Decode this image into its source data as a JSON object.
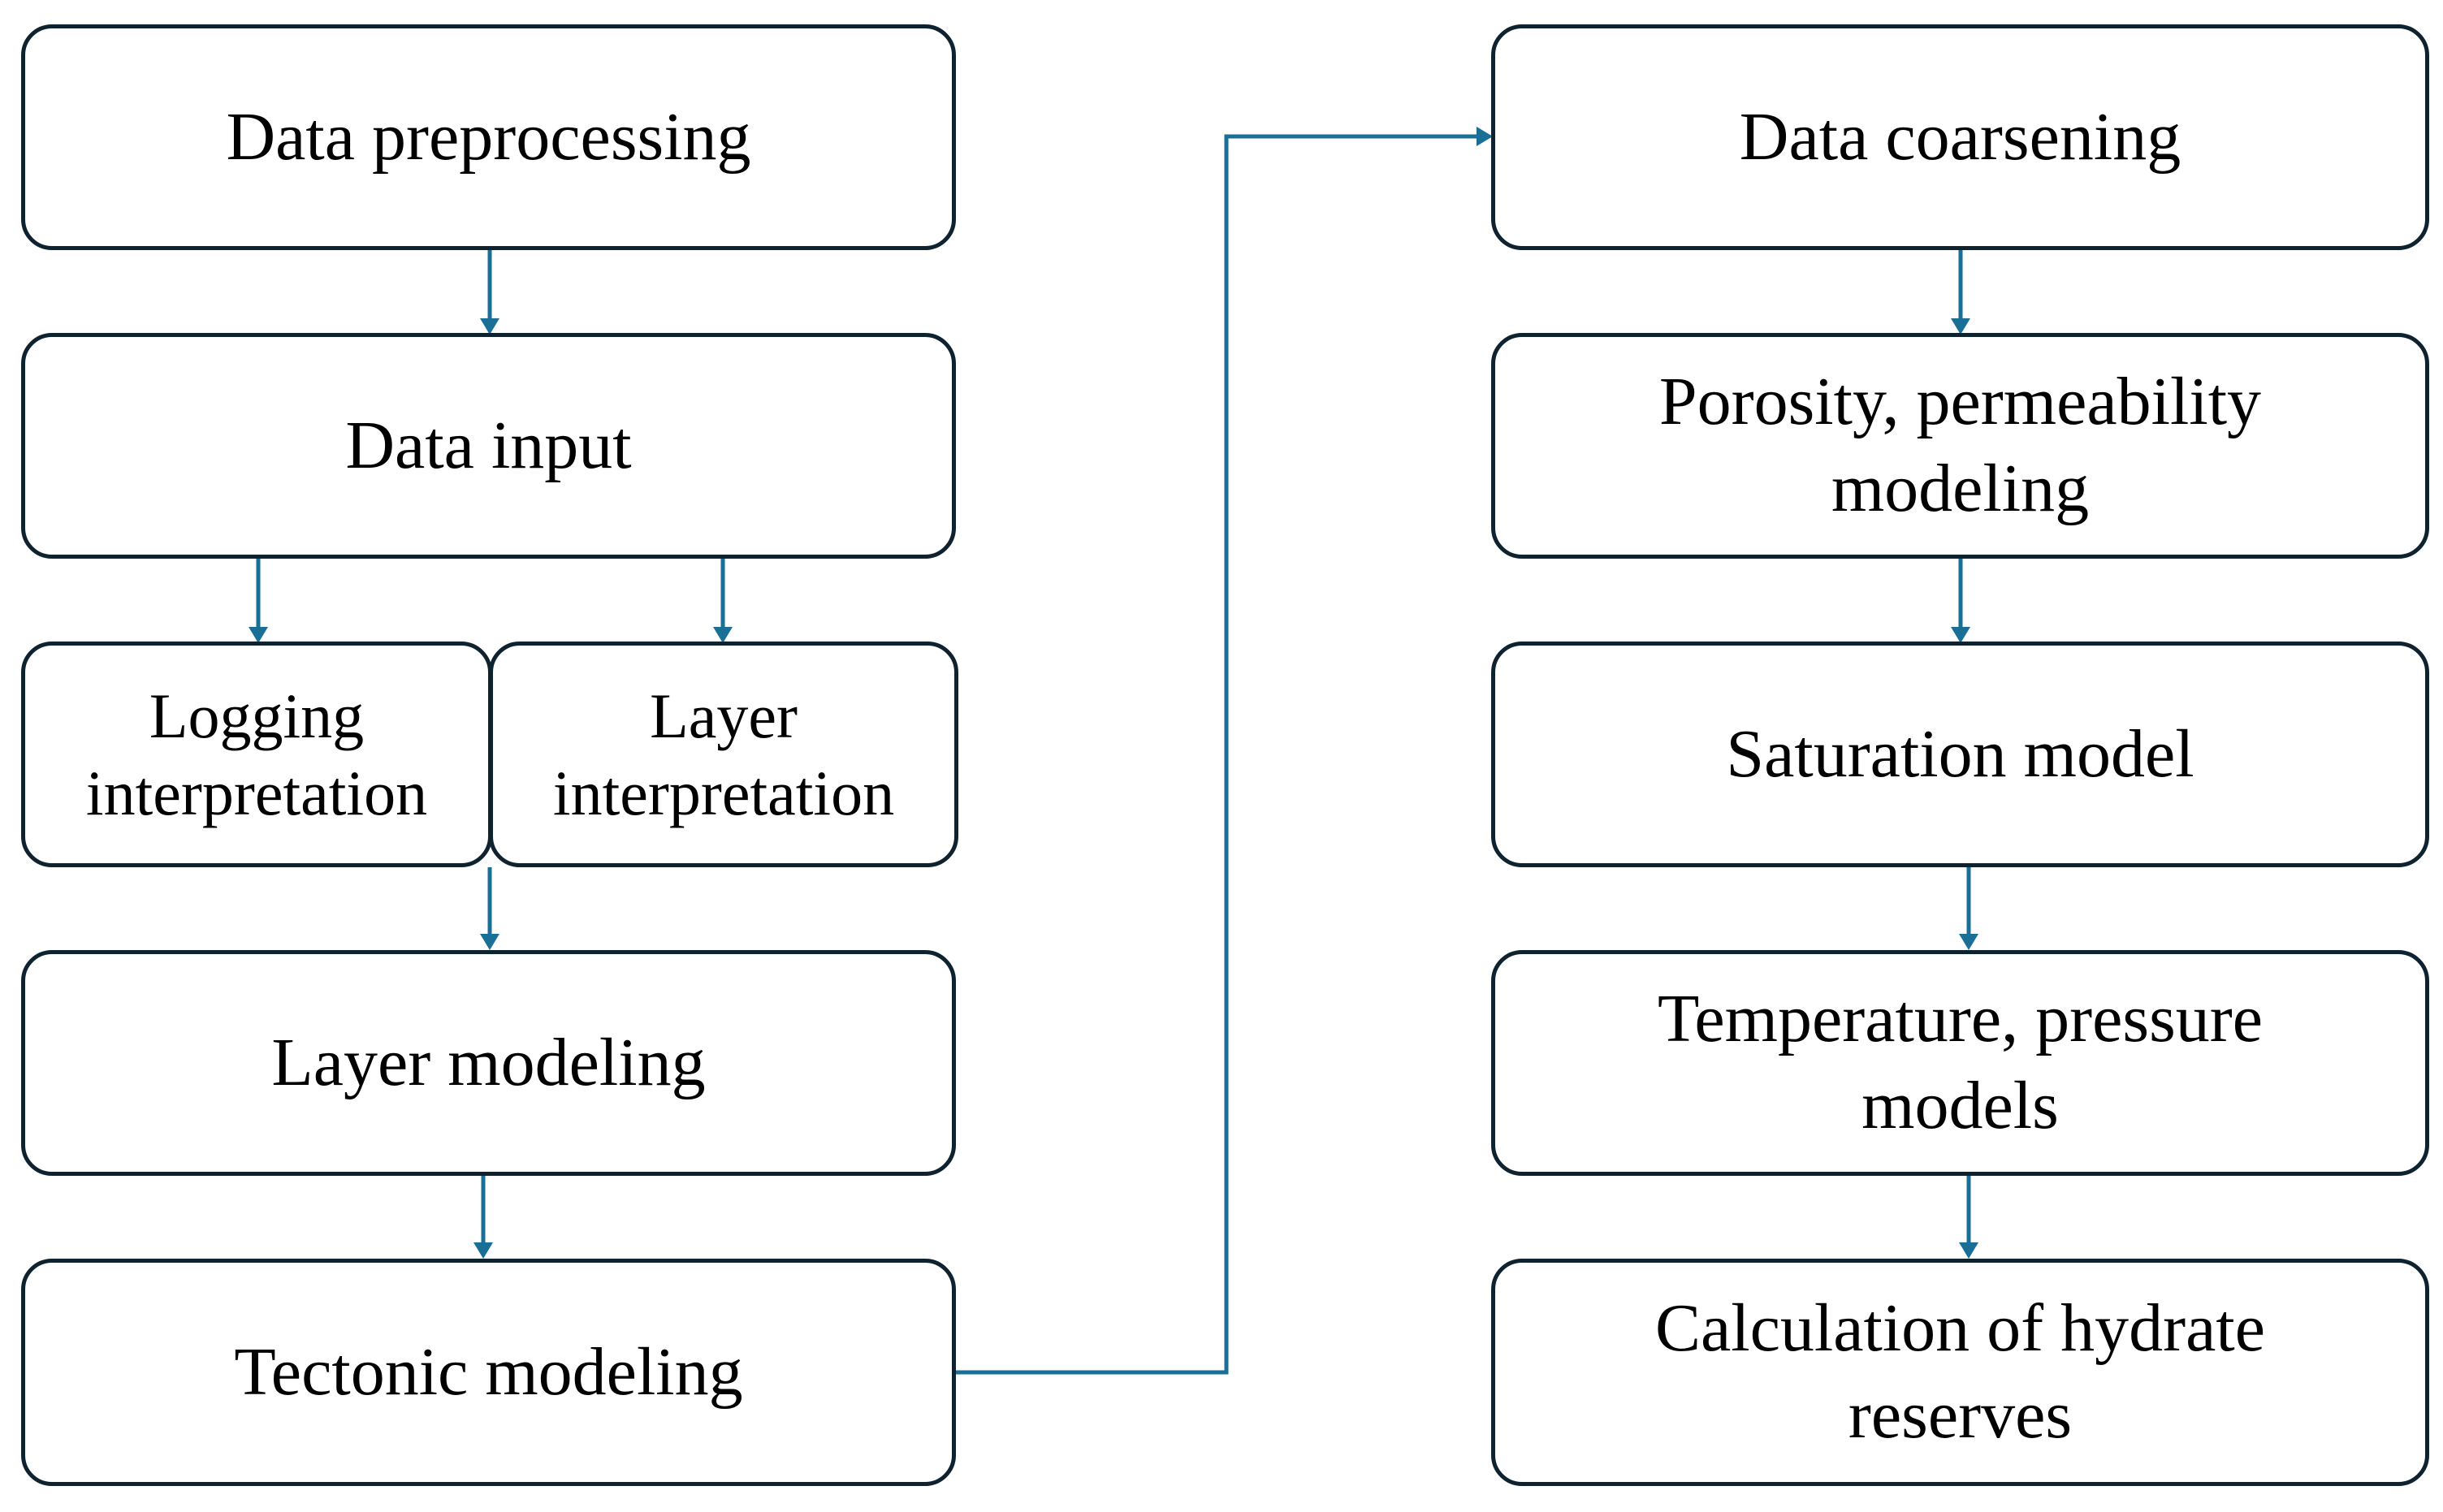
{
  "diagram": {
    "left_column": {
      "data_preprocessing": "Data preprocessing",
      "data_input": "Data input",
      "logging_interpretation": "Logging interpretation",
      "layer_interpretation": "Layer interpretation",
      "layer_modeling": "Layer modeling",
      "tectonic_modeling": "Tectonic modeling"
    },
    "right_column": {
      "data_coarsening": "Data coarsening",
      "porosity_permeability": "Porosity, permeability modeling",
      "saturation_model": "Saturation model",
      "temperature_pressure": "Temperature, pressure models",
      "hydrate_reserves": "Calculation of hydrate reserves"
    },
    "colors": {
      "connector": "#1a6f96",
      "box_border": "#0e2230"
    }
  }
}
